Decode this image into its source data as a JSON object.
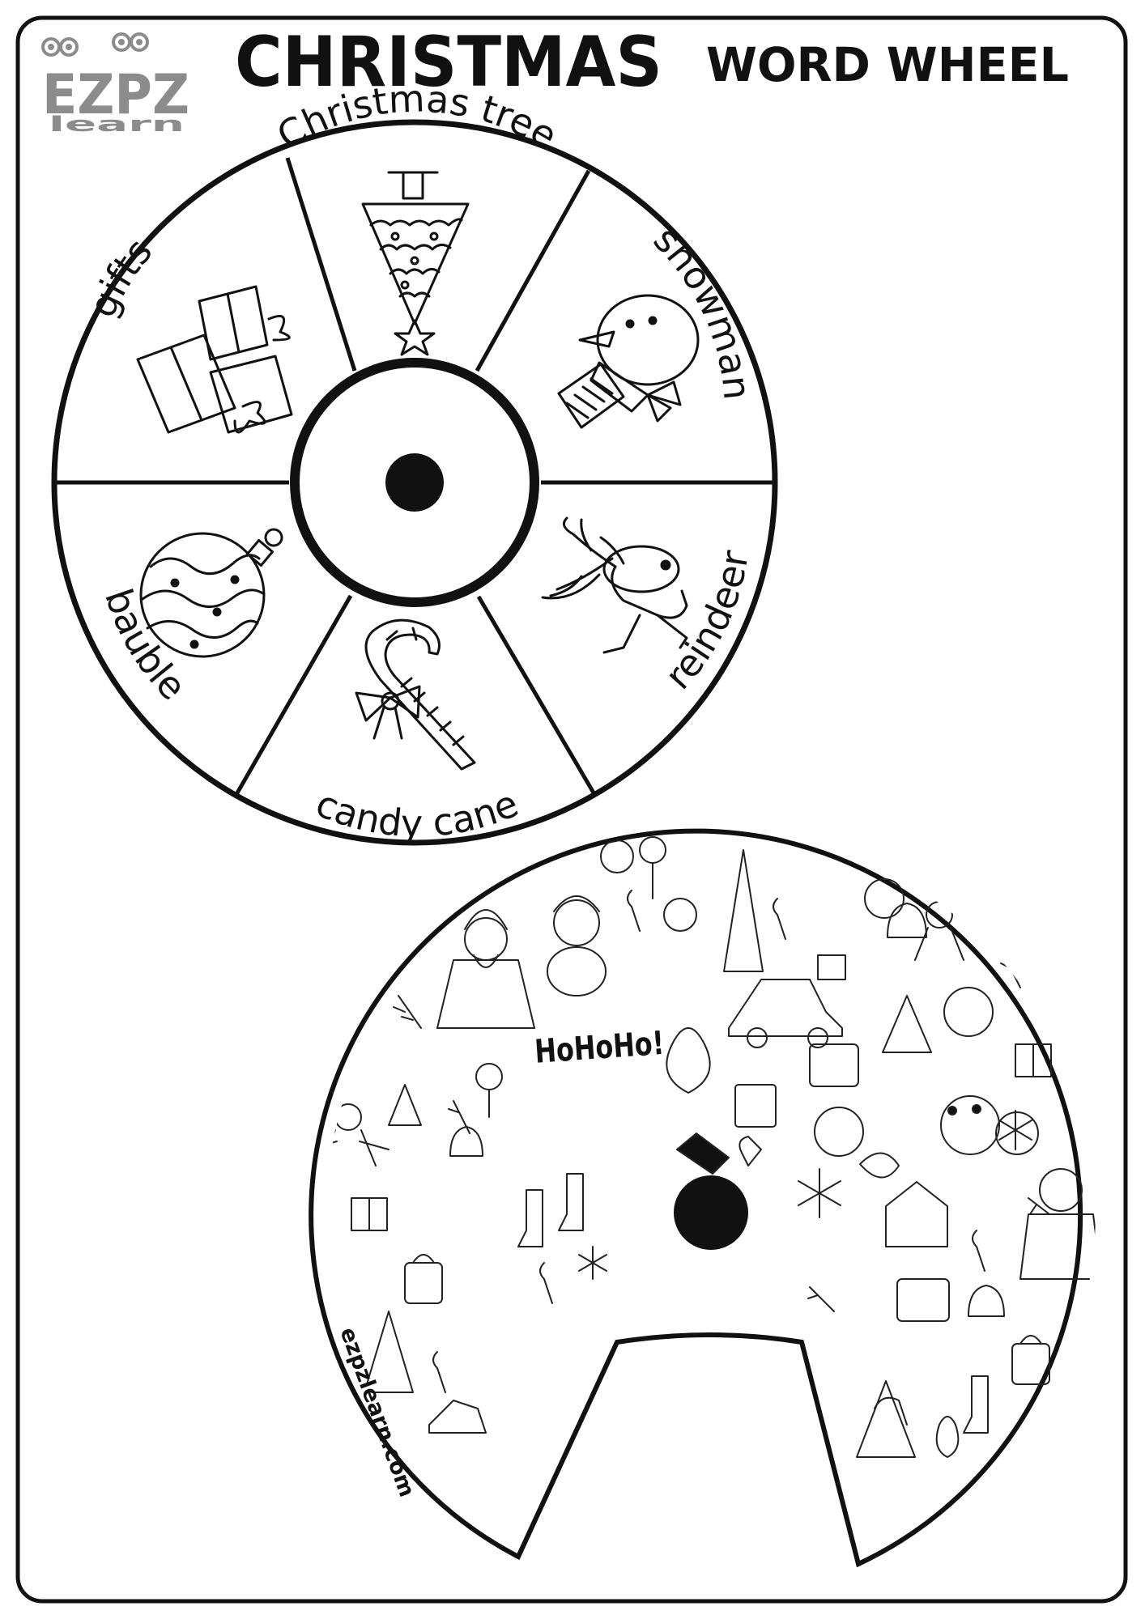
{
  "logo": {
    "mark": "EZPZ",
    "sub": "learn"
  },
  "title": {
    "main": "CHRISTMAS",
    "secondary": "WORD WHEEL"
  },
  "wheel": {
    "segments": [
      {
        "word": "Christmas tree",
        "icon": "christmas-tree-icon"
      },
      {
        "word": "snowman",
        "icon": "snowman-icon"
      },
      {
        "word": "reindeer",
        "icon": "reindeer-icon"
      },
      {
        "word": "candy cane",
        "icon": "candy-cane-icon"
      },
      {
        "word": "bauble",
        "icon": "bauble-icon"
      },
      {
        "word": "gifts",
        "icon": "gifts-icon"
      }
    ]
  },
  "cover": {
    "exclamation": "HoHoHo!",
    "website": "ezpzlearn.com"
  }
}
